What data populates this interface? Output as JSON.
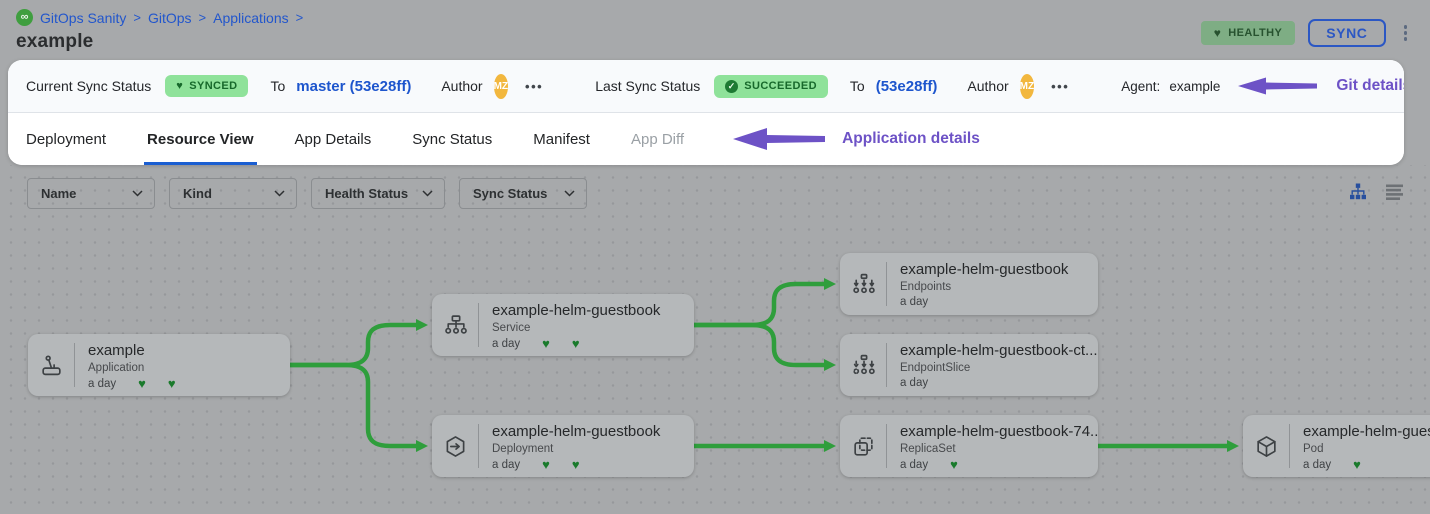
{
  "breadcrumb": {
    "items": [
      "GitOps Sanity",
      "GitOps",
      "Applications"
    ],
    "separator": ">"
  },
  "header": {
    "title": "example",
    "health_badge": "HEALTHY",
    "sync_button": "SYNC"
  },
  "sync_bar": {
    "current": {
      "label": "Current Sync Status",
      "badge": "SYNCED",
      "to_label": "To",
      "revision": "master (53e28ff)",
      "author_label": "Author",
      "author_initials": "MZ",
      "more": "•••"
    },
    "last": {
      "label": "Last Sync Status",
      "badge": "SUCCEEDED",
      "to_label": "To",
      "revision": "(53e28ff)",
      "author_label": "Author",
      "author_initials": "MZ",
      "more": "•••"
    },
    "agent": {
      "label": "Agent:",
      "value": "example"
    },
    "annotation": "Git details"
  },
  "tabs": {
    "items": [
      {
        "label": "Deployment"
      },
      {
        "label": "Resource View"
      },
      {
        "label": "App Details"
      },
      {
        "label": "Sync Status"
      },
      {
        "label": "Manifest"
      },
      {
        "label": "App Diff"
      }
    ],
    "annotation": "Application details"
  },
  "filters": [
    {
      "label": "Name"
    },
    {
      "label": "Kind"
    },
    {
      "label": "Health Status"
    },
    {
      "label": "Sync Status"
    }
  ],
  "nodes": [
    {
      "title": "example",
      "kind": "Application",
      "age": "a day",
      "hearts": 2,
      "icon": "application-icon"
    },
    {
      "title": "example-helm-guestbook",
      "kind": "Service",
      "age": "a day",
      "hearts": 2,
      "icon": "service-icon"
    },
    {
      "title": "example-helm-guestbook",
      "kind": "Endpoints",
      "age": "a day",
      "hearts": 0,
      "icon": "endpoints-icon"
    },
    {
      "title": "example-helm-guestbook-ct...",
      "kind": "EndpointSlice",
      "age": "a day",
      "hearts": 0,
      "icon": "endpointslice-icon"
    },
    {
      "title": "example-helm-guestbook",
      "kind": "Deployment",
      "age": "a day",
      "hearts": 2,
      "icon": "deployment-icon"
    },
    {
      "title": "example-helm-guestbook-74...",
      "kind": "ReplicaSet",
      "age": "a day",
      "hearts": 1,
      "icon": "replicaset-icon"
    },
    {
      "title": "example-helm-guest",
      "kind": "Pod",
      "age": "a day",
      "hearts": 1,
      "icon": "pod-icon"
    }
  ],
  "icons": {
    "heart": "♥",
    "check": "✓",
    "logo": "∞",
    "chevron": "⌄"
  },
  "colors": {
    "accent_blue": "#2256cc",
    "link_blue": "#1d55cd",
    "edge_green": "#2f9e3c",
    "badge_green": "#8fe29a",
    "healthy_green": "#7ead84",
    "annotation_purple": "#6d52c6",
    "avatar_amber": "#f2b73e"
  }
}
